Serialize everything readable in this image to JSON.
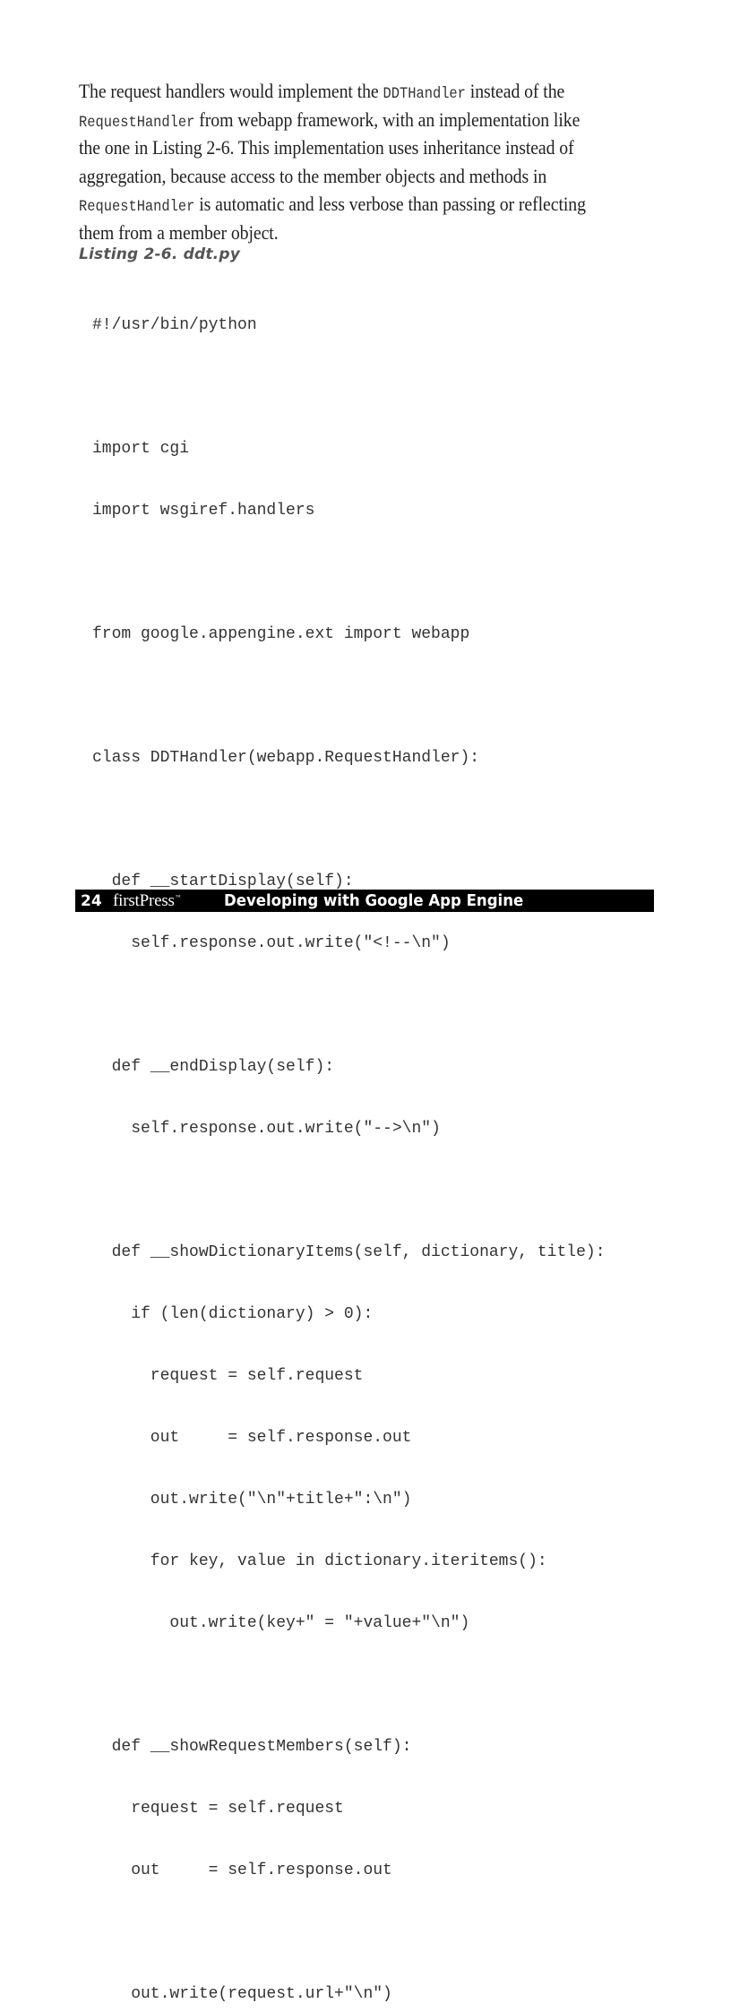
{
  "paragraph": {
    "lines": [
      {
        "pre": "The request handlers would implement the ",
        "code": "DDTHandler",
        "post": " instead of the"
      },
      {
        "pre": "",
        "code": "RequestHandler",
        "post": " from webapp framework, with an implementation like"
      },
      {
        "pre": "the one in Listing 2-6. This implementation uses inheritance instead of",
        "code": "",
        "post": ""
      },
      {
        "pre": "aggregation, because access to the member objects and methods in",
        "code": "",
        "post": ""
      },
      {
        "pre": "",
        "code": "RequestHandler",
        "post": " is automatic and less verbose than passing or reflecting"
      },
      {
        "pre": "them from a member object.",
        "code": "",
        "post": ""
      }
    ]
  },
  "listing": {
    "caption": "Listing 2-6. ddt.py",
    "code_lines": [
      "#!/usr/bin/python",
      "",
      "import cgi",
      "import wsgiref.handlers",
      "",
      "from google.appengine.ext import webapp",
      "",
      "class DDTHandler(webapp.RequestHandler):",
      "",
      "  def __startDisplay(self):",
      "    self.response.out.write(\"<!--\\n\")",
      "",
      "  def __endDisplay(self):",
      "    self.response.out.write(\"-->\\n\")",
      "",
      "  def __showDictionaryItems(self, dictionary, title):",
      "    if (len(dictionary) > 0):",
      "      request = self.request",
      "      out     = self.response.out",
      "      out.write(\"\\n\"+title+\":\\n\")",
      "      for key, value in dictionary.iteritems():",
      "        out.write(key+\" = \"+value+\"\\n\")",
      "",
      "  def __showRequestMembers(self):",
      "    request = self.request",
      "    out     = self.response.out",
      "",
      "    out.write(request.url+\"\\n\")"
    ]
  },
  "footer": {
    "page_number": "24",
    "brand": "firstPress",
    "trademark": "™",
    "book_title": "Developing with Google App Engine"
  }
}
